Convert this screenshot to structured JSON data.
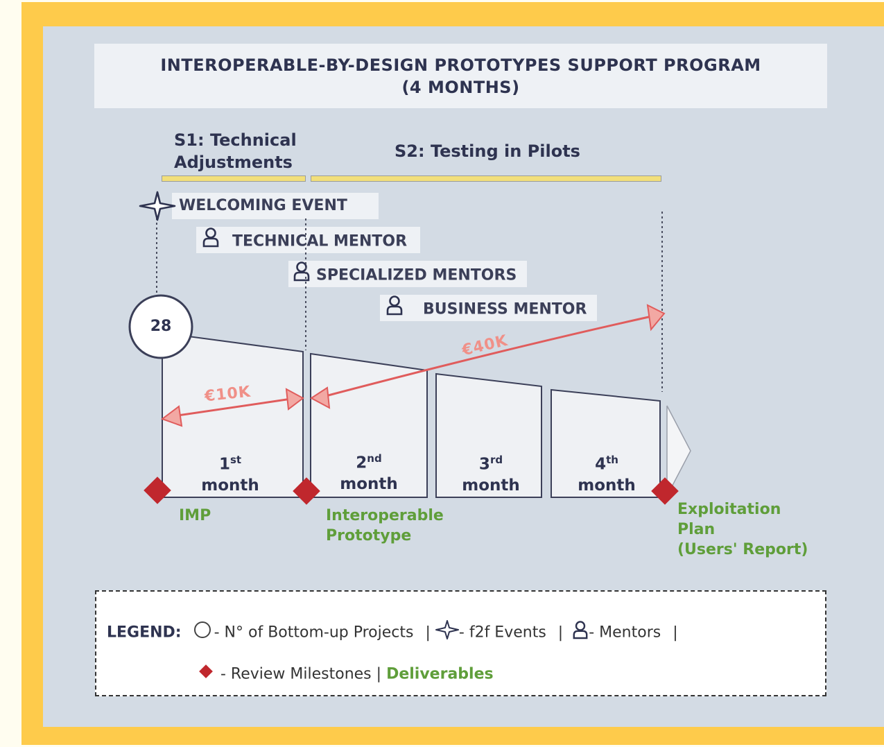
{
  "title": {
    "line1": "INTEROPERABLE-BY-DESIGN PROTOTYPES SUPPORT PROGRAM",
    "line2": "(4 MONTHS)"
  },
  "stages": [
    {
      "line1": "S1: Technical",
      "line2": "Adjustments"
    },
    {
      "line1": "S2: Testing in Pilots"
    }
  ],
  "events": [
    {
      "label": "WELCOMING EVENT",
      "icon": "star-icon"
    },
    {
      "label": "TECHNICAL MENTOR",
      "icon": "person-icon"
    },
    {
      "label": "SPECIALIZED MENTORS",
      "icon": "person-icon"
    },
    {
      "label": "BUSINESS MENTOR",
      "icon": "person-icon"
    }
  ],
  "projects_count": "28",
  "funding": [
    {
      "label": "€10K"
    },
    {
      "label": "€40K"
    }
  ],
  "months": [
    {
      "num": "1",
      "suffix": "st",
      "word": "month"
    },
    {
      "num": "2",
      "suffix": "nd",
      "word": "month"
    },
    {
      "num": "3",
      "suffix": "rd",
      "word": "month"
    },
    {
      "num": "4",
      "suffix": "th",
      "word": "month"
    }
  ],
  "deliverables": [
    {
      "lines": [
        "IMP"
      ]
    },
    {
      "lines": [
        "Interoperable",
        "Prototype"
      ]
    },
    {
      "lines": [
        "Exploitation",
        "Plan",
        "(Users' Report)"
      ]
    }
  ],
  "legend": {
    "heading": "LEGEND:",
    "projects": "- N° of Bottom-up Projects",
    "sep1": "|",
    "events": "- f2f Events",
    "sep2": "|",
    "mentors": "- Mentors",
    "sep3": "|",
    "milestones": "- Review Milestones",
    "sep4": "|",
    "deliverables": "Deliverables"
  },
  "colors": {
    "frame": "#fecb4b",
    "panel": "#d3dbe4",
    "milestone": "#c0272d",
    "arrow": "#e05c5c",
    "deliverable_text": "#5f9e3a",
    "stage_bar": "#f2df7b"
  }
}
